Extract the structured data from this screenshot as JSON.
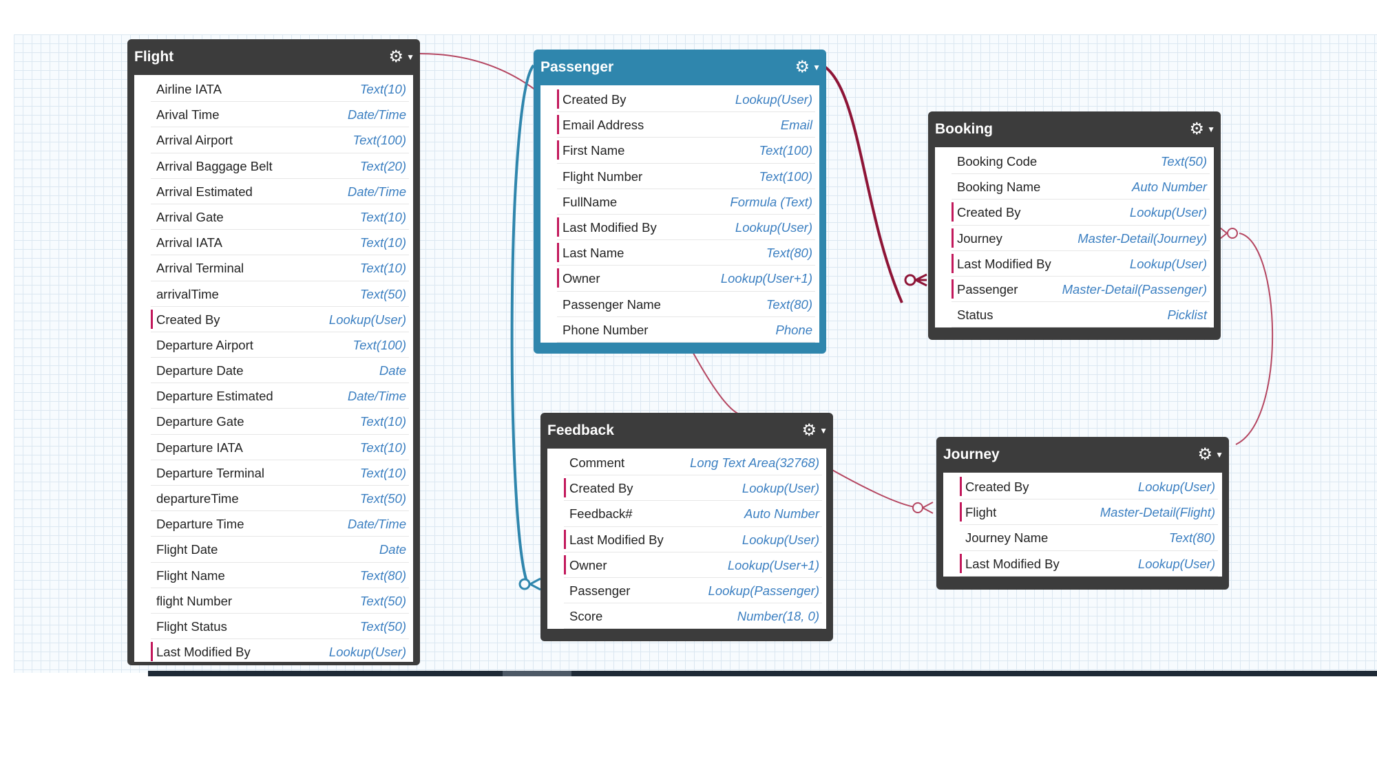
{
  "colors": {
    "header": "#3c3c3c",
    "passenger_header": "#2f86ad",
    "field_type": "#3b7fc1",
    "required_marker": "#c2185b",
    "connector_dark": "#8e1537",
    "connector_light": "#b44560",
    "connector_blue": "#2f86ad"
  },
  "objects": {
    "flight": {
      "title": "Flight",
      "fields": [
        {
          "name": "Airline IATA",
          "type": "Text(10)",
          "req": false
        },
        {
          "name": "Arival Time",
          "type": "Date/Time",
          "req": false
        },
        {
          "name": "Arrival Airport",
          "type": "Text(100)",
          "req": false
        },
        {
          "name": "Arrival Baggage Belt",
          "type": "Text(20)",
          "req": false
        },
        {
          "name": "Arrival Estimated",
          "type": "Date/Time",
          "req": false
        },
        {
          "name": "Arrival Gate",
          "type": "Text(10)",
          "req": false
        },
        {
          "name": "Arrival IATA",
          "type": "Text(10)",
          "req": false
        },
        {
          "name": "Arrival Terminal",
          "type": "Text(10)",
          "req": false
        },
        {
          "name": "arrivalTime",
          "type": "Text(50)",
          "req": false
        },
        {
          "name": "Created By",
          "type": "Lookup(User)",
          "req": true
        },
        {
          "name": "Departure Airport",
          "type": "Text(100)",
          "req": false
        },
        {
          "name": "Departure Date",
          "type": "Date",
          "req": false
        },
        {
          "name": "Departure Estimated",
          "type": "Date/Time",
          "req": false
        },
        {
          "name": "Departure Gate",
          "type": "Text(10)",
          "req": false
        },
        {
          "name": "Departure IATA",
          "type": "Text(10)",
          "req": false
        },
        {
          "name": "Departure Terminal",
          "type": "Text(10)",
          "req": false
        },
        {
          "name": "departureTime",
          "type": "Text(50)",
          "req": false
        },
        {
          "name": "Departure Time",
          "type": "Date/Time",
          "req": false
        },
        {
          "name": "Flight Date",
          "type": "Date",
          "req": false
        },
        {
          "name": "Flight Name",
          "type": "Text(80)",
          "req": false
        },
        {
          "name": "flight Number",
          "type": "Text(50)",
          "req": false
        },
        {
          "name": "Flight Status",
          "type": "Text(50)",
          "req": false
        },
        {
          "name": "Last Modified By",
          "type": "Lookup(User)",
          "req": true
        }
      ]
    },
    "passenger": {
      "title": "Passenger",
      "fields": [
        {
          "name": "Created By",
          "type": "Lookup(User)",
          "req": true
        },
        {
          "name": "Email Address",
          "type": "Email",
          "req": true
        },
        {
          "name": "First Name",
          "type": "Text(100)",
          "req": true
        },
        {
          "name": "Flight Number",
          "type": "Text(100)",
          "req": false
        },
        {
          "name": "FullName",
          "type": "Formula (Text)",
          "req": false
        },
        {
          "name": "Last Modified By",
          "type": "Lookup(User)",
          "req": true
        },
        {
          "name": "Last Name",
          "type": "Text(80)",
          "req": true
        },
        {
          "name": "Owner",
          "type": "Lookup(User+1)",
          "req": true
        },
        {
          "name": "Passenger Name",
          "type": "Text(80)",
          "req": false
        },
        {
          "name": "Phone Number",
          "type": "Phone",
          "req": false
        }
      ]
    },
    "booking": {
      "title": "Booking",
      "fields": [
        {
          "name": "Booking Code",
          "type": "Text(50)",
          "req": false
        },
        {
          "name": "Booking Name",
          "type": "Auto Number",
          "req": false
        },
        {
          "name": "Created By",
          "type": "Lookup(User)",
          "req": true
        },
        {
          "name": "Journey",
          "type": "Master-Detail(Journey)",
          "req": true
        },
        {
          "name": "Last Modified By",
          "type": "Lookup(User)",
          "req": true
        },
        {
          "name": "Passenger",
          "type": "Master-Detail(Passenger)",
          "req": true
        },
        {
          "name": "Status",
          "type": "Picklist",
          "req": false
        }
      ]
    },
    "feedback": {
      "title": "Feedback",
      "fields": [
        {
          "name": "Comment",
          "type": "Long Text Area(32768)",
          "req": false
        },
        {
          "name": "Created By",
          "type": "Lookup(User)",
          "req": true
        },
        {
          "name": "Feedback#",
          "type": "Auto Number",
          "req": false
        },
        {
          "name": "Last Modified By",
          "type": "Lookup(User)",
          "req": true
        },
        {
          "name": "Owner",
          "type": "Lookup(User+1)",
          "req": true
        },
        {
          "name": "Passenger",
          "type": "Lookup(Passenger)",
          "req": false
        },
        {
          "name": "Score",
          "type": "Number(18, 0)",
          "req": false
        }
      ]
    },
    "journey": {
      "title": "Journey",
      "fields": [
        {
          "name": "Created By",
          "type": "Lookup(User)",
          "req": true
        },
        {
          "name": "Flight",
          "type": "Master-Detail(Flight)",
          "req": true
        },
        {
          "name": "Journey Name",
          "type": "Text(80)",
          "req": false
        },
        {
          "name": "Last Modified By",
          "type": "Lookup(User)",
          "req": true
        }
      ]
    }
  }
}
